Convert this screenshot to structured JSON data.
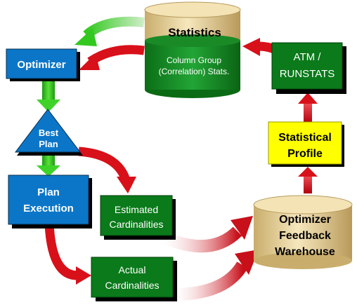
{
  "nodes": {
    "statistics": {
      "title": "Statistics",
      "subtitle_line1": "Column Group",
      "subtitle_line2": "(Correlation) Stats."
    },
    "optimizer": {
      "label": "Optimizer"
    },
    "best_plan": {
      "line1": "Best",
      "line2": "Plan"
    },
    "plan_execution": {
      "line1": "Plan",
      "line2": "Execution"
    },
    "estimated_cardinalities": {
      "line1": "Estimated",
      "line2": "Cardinalities"
    },
    "actual_cardinalities": {
      "line1": "Actual",
      "line2": "Cardinalities"
    },
    "feedback_warehouse": {
      "line1": "Optimizer",
      "line2": "Feedback",
      "line3": "Warehouse"
    },
    "statistical_profile": {
      "line1": "Statistical",
      "line2": "Profile"
    },
    "atm_runstats": {
      "line1": "ATM /",
      "line2": "RUNSTATS"
    }
  },
  "colors": {
    "blue_box": "#0b76c8",
    "green_box": "#0a7a1a",
    "yellow_box": "#ffff00",
    "cylinder_tan": "#e7cf96",
    "arrow_red": "#d8101a",
    "arrow_green": "#3fd32a"
  }
}
